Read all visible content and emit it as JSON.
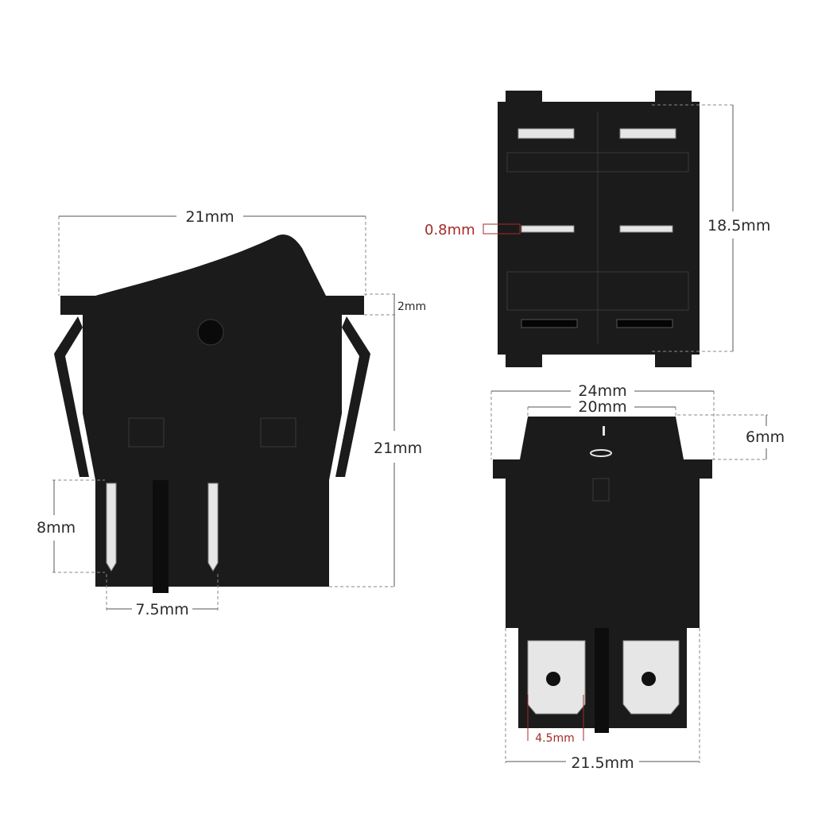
{
  "side_view": {
    "width_top": "21mm",
    "bezel_thickness": "2mm",
    "height": "21mm",
    "pin_length": "8mm",
    "pin_spacing": "7.5mm"
  },
  "bottom_view": {
    "slot_width": "0.8mm",
    "length": "18.5mm"
  },
  "front_view": {
    "bezel_width": "24mm",
    "rocker_width": "20mm",
    "rocker_height": "6mm",
    "terminal_width": "4.5mm",
    "body_width": "21.5mm"
  },
  "colors": {
    "body": "#1b1b1b",
    "metal": "#e6e6e6",
    "dimension_line": "#555555",
    "highlight": "#a52a2a"
  }
}
